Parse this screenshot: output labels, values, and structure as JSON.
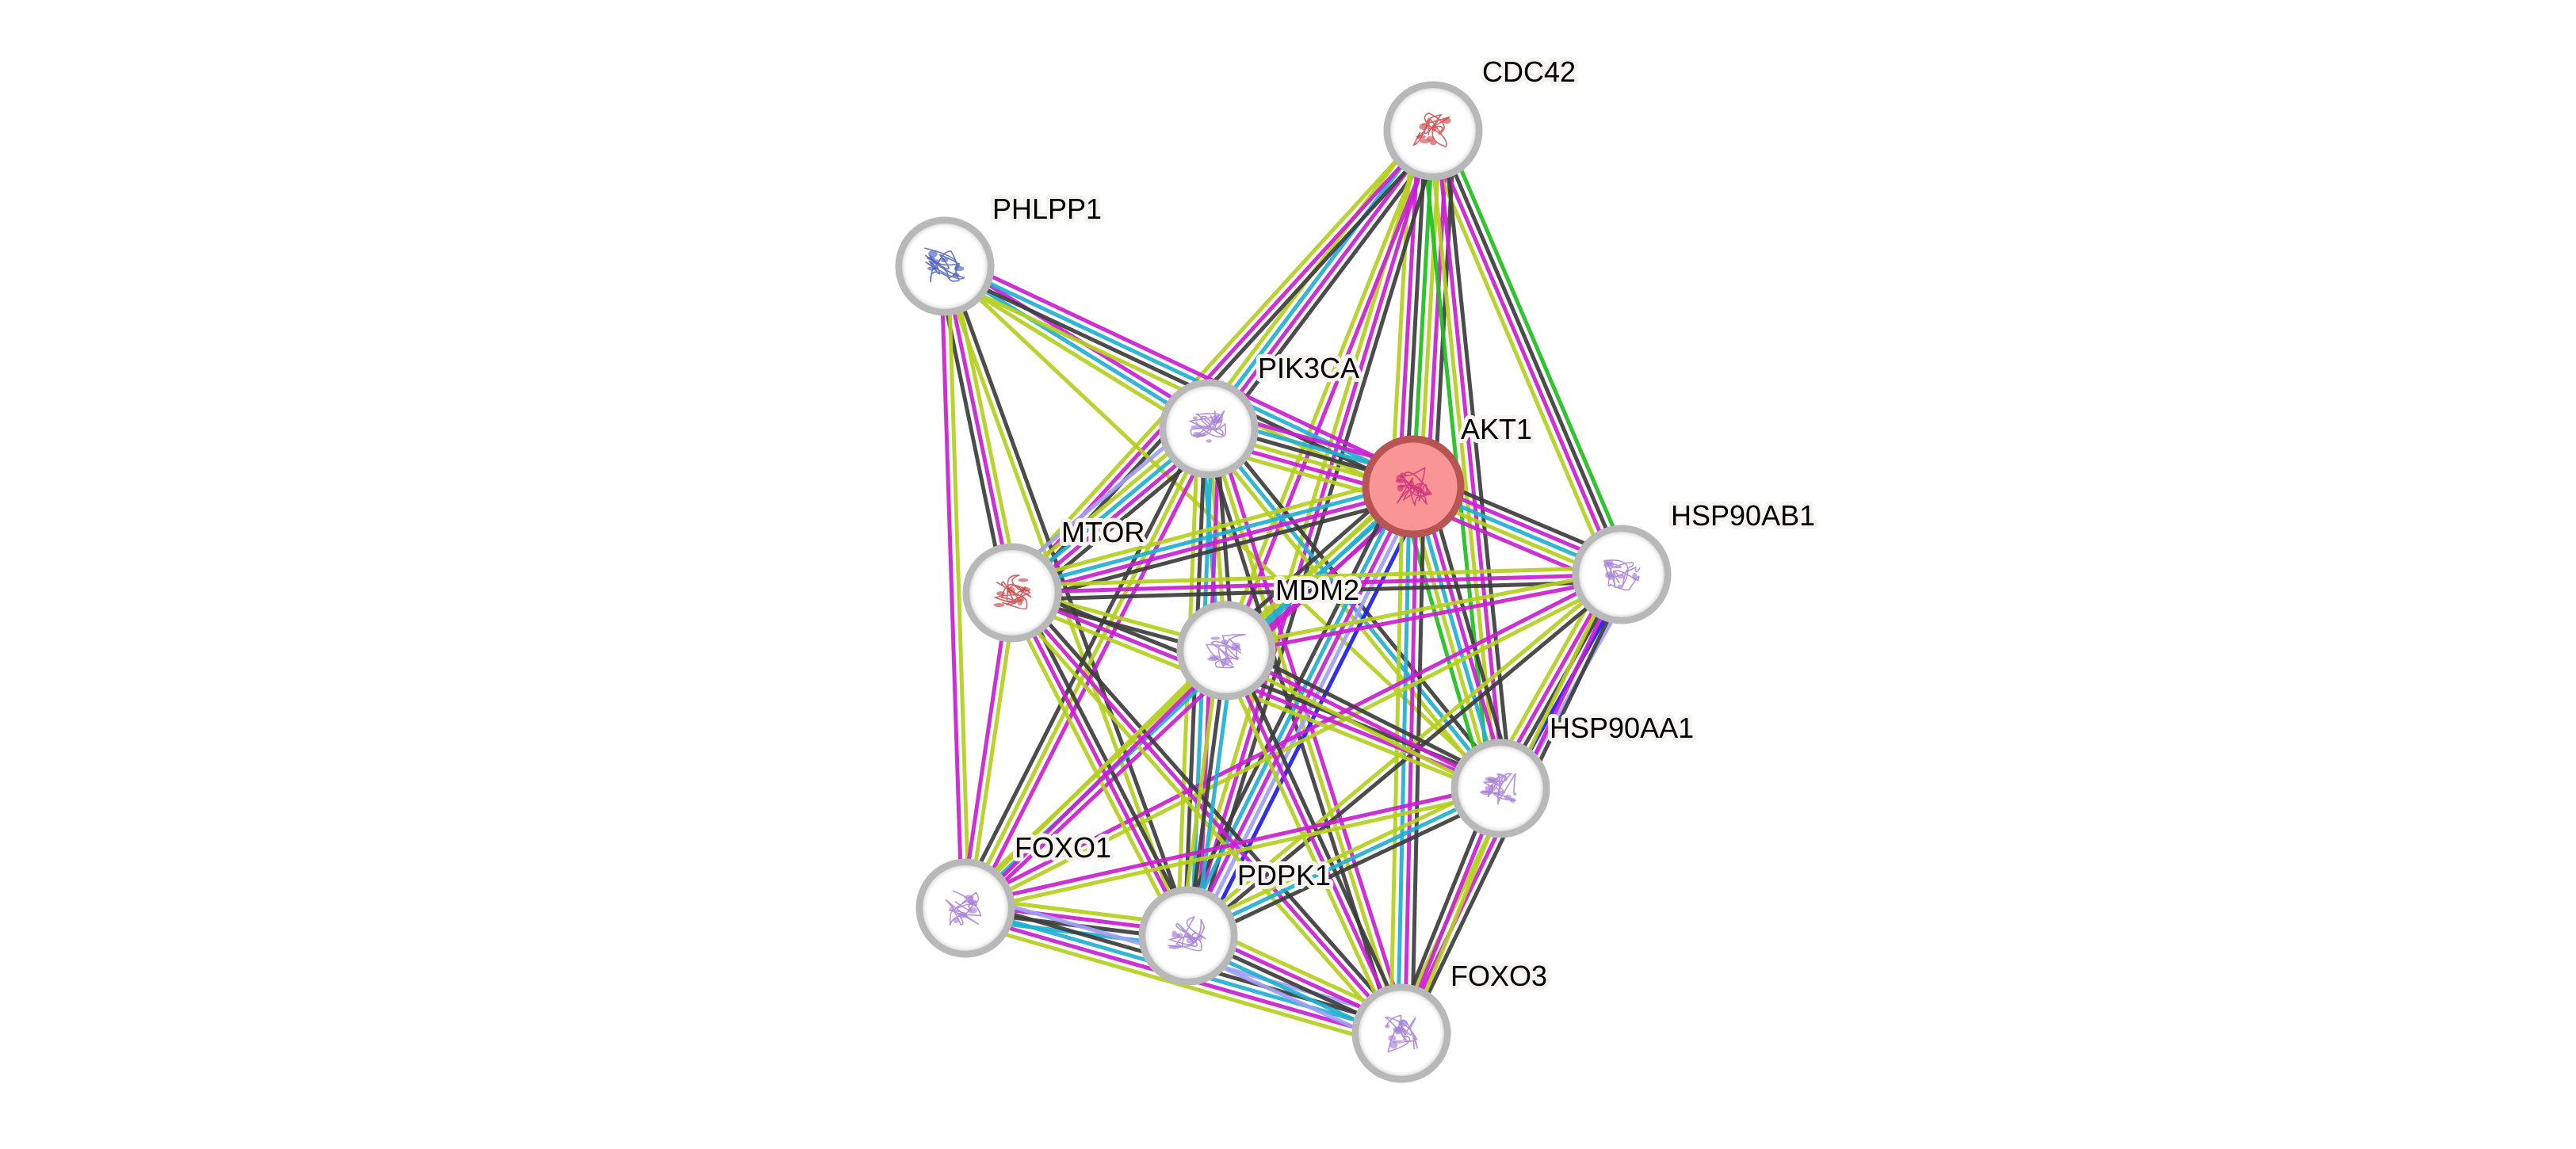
{
  "network": {
    "query_protein": "AKT1",
    "evidence_colors": {
      "coexpression": "#3d3d3d",
      "textmining": "#b5cf1f",
      "experiments": "#c91fd1",
      "databases": "#21b0cf",
      "neighborhood": "#1fbf1f",
      "cooccurrence": "#1c1cf2",
      "homology": "#9f9ff5"
    },
    "node_colors": {
      "query_fill": "#f99595",
      "query_ring": "#b85454",
      "default_fill": "#ffffff",
      "default_ring": "#b8b8b8"
    },
    "nodes": [
      {
        "id": "CDC42",
        "label": "CDC42",
        "structure_color": "#cc4b4b",
        "query": false
      },
      {
        "id": "PHLPP1",
        "label": "PHLPP1",
        "structure_color": "#4a5fbf",
        "query": false
      },
      {
        "id": "PIK3CA",
        "label": "PIK3CA",
        "structure_color": "#a77fd6",
        "query": false
      },
      {
        "id": "AKT1",
        "label": "AKT1",
        "structure_color": "#d0307a",
        "query": true
      },
      {
        "id": "HSP90AB1",
        "label": "HSP90AB1",
        "structure_color": "#a77fd6",
        "query": false
      },
      {
        "id": "MTOR",
        "label": "MTOR",
        "structure_color": "#c84848",
        "query": false
      },
      {
        "id": "MDM2",
        "label": "MDM2",
        "structure_color": "#a77fd6",
        "query": false
      },
      {
        "id": "HSP90AA1",
        "label": "HSP90AA1",
        "structure_color": "#a77fd6",
        "query": false
      },
      {
        "id": "FOXO1",
        "label": "FOXO1",
        "structure_color": "#a77fd6",
        "query": false
      },
      {
        "id": "PDPK1",
        "label": "PDPK1",
        "structure_color": "#a77fd6",
        "query": false
      },
      {
        "id": "FOXO3",
        "label": "FOXO3",
        "structure_color": "#a77fd6",
        "query": false
      }
    ],
    "edges": [
      {
        "source": "CDC42",
        "target": "PIK3CA",
        "evidence": [
          "coexpression",
          "experiments",
          "databases",
          "textmining"
        ]
      },
      {
        "source": "CDC42",
        "target": "AKT1",
        "evidence": [
          "coexpression",
          "experiments",
          "textmining",
          "neighborhood",
          "coexpression",
          "experiments",
          "textmining"
        ]
      },
      {
        "source": "CDC42",
        "target": "HSP90AB1",
        "evidence": [
          "neighborhood",
          "coexpression",
          "experiments",
          "textmining"
        ]
      },
      {
        "source": "CDC42",
        "target": "MTOR",
        "evidence": [
          "coexpression",
          "experiments",
          "textmining"
        ]
      },
      {
        "source": "CDC42",
        "target": "HSP90AA1",
        "evidence": [
          "coexpression",
          "experiments",
          "textmining",
          "neighborhood"
        ]
      },
      {
        "source": "CDC42",
        "target": "PDPK1",
        "evidence": [
          "coexpression",
          "experiments",
          "textmining"
        ]
      },
      {
        "source": "CDC42",
        "target": "MDM2",
        "evidence": [
          "experiments",
          "textmining"
        ]
      },
      {
        "source": "PHLPP1",
        "target": "PIK3CA",
        "evidence": [
          "experiments",
          "databases",
          "textmining"
        ]
      },
      {
        "source": "PHLPP1",
        "target": "AKT1",
        "evidence": [
          "experiments",
          "databases",
          "coexpression",
          "textmining"
        ]
      },
      {
        "source": "PHLPP1",
        "target": "MTOR",
        "evidence": [
          "textmining",
          "experiments",
          "coexpression"
        ]
      },
      {
        "source": "PHLPP1",
        "target": "FOXO1",
        "evidence": [
          "textmining",
          "experiments"
        ]
      },
      {
        "source": "PHLPP1",
        "target": "PDPK1",
        "evidence": [
          "coexpression",
          "textmining"
        ]
      },
      {
        "source": "PHLPP1",
        "target": "HSP90AA1",
        "evidence": [
          "textmining"
        ]
      },
      {
        "source": "PIK3CA",
        "target": "AKT1",
        "evidence": [
          "experiments",
          "databases",
          "coexpression",
          "textmining",
          "experiments",
          "textmining"
        ]
      },
      {
        "source": "PIK3CA",
        "target": "MTOR",
        "evidence": [
          "coexpression",
          "experiments",
          "databases",
          "textmining",
          "homology"
        ]
      },
      {
        "source": "PIK3CA",
        "target": "MDM2",
        "evidence": [
          "coexpression",
          "textmining",
          "databases"
        ]
      },
      {
        "source": "PIK3CA",
        "target": "FOXO1",
        "evidence": [
          "experiments",
          "textmining",
          "coexpression"
        ]
      },
      {
        "source": "PIK3CA",
        "target": "PDPK1",
        "evidence": [
          "experiments",
          "databases",
          "coexpression",
          "textmining"
        ]
      },
      {
        "source": "PIK3CA",
        "target": "HSP90AA1",
        "evidence": [
          "coexpression",
          "databases",
          "textmining"
        ]
      },
      {
        "source": "PIK3CA",
        "target": "FOXO3",
        "evidence": [
          "experiments",
          "textmining",
          "coexpression"
        ]
      },
      {
        "source": "AKT1",
        "target": "HSP90AB1",
        "evidence": [
          "coexpression",
          "experiments",
          "databases",
          "textmining",
          "experiments"
        ]
      },
      {
        "source": "AKT1",
        "target": "MTOR",
        "evidence": [
          "coexpression",
          "experiments",
          "databases",
          "textmining"
        ]
      },
      {
        "source": "AKT1",
        "target": "MDM2",
        "evidence": [
          "experiments",
          "databases",
          "textmining",
          "coexpression"
        ]
      },
      {
        "source": "AKT1",
        "target": "HSP90AA1",
        "evidence": [
          "coexpression",
          "experiments",
          "databases",
          "textmining",
          "neighborhood"
        ]
      },
      {
        "source": "AKT1",
        "target": "FOXO1",
        "evidence": [
          "experiments",
          "databases",
          "textmining"
        ]
      },
      {
        "source": "AKT1",
        "target": "PDPK1",
        "evidence": [
          "cooccurrence",
          "homology",
          "experiments",
          "databases",
          "coexpression"
        ]
      },
      {
        "source": "AKT1",
        "target": "FOXO3",
        "evidence": [
          "coexpression",
          "experiments",
          "databases",
          "textmining"
        ]
      },
      {
        "source": "HSP90AB1",
        "target": "MTOR",
        "evidence": [
          "coexpression",
          "experiments",
          "textmining"
        ]
      },
      {
        "source": "HSP90AB1",
        "target": "HSP90AA1",
        "evidence": [
          "homology",
          "cooccurrence",
          "coexpression",
          "experiments",
          "textmining"
        ]
      },
      {
        "source": "HSP90AB1",
        "target": "MDM2",
        "evidence": [
          "experiments",
          "textmining"
        ]
      },
      {
        "source": "HSP90AB1",
        "target": "FOXO1",
        "evidence": [
          "textmining",
          "experiments"
        ]
      },
      {
        "source": "HSP90AB1",
        "target": "PDPK1",
        "evidence": [
          "coexpression",
          "textmining"
        ]
      },
      {
        "source": "HSP90AB1",
        "target": "FOXO3",
        "evidence": [
          "coexpression",
          "experiments",
          "textmining"
        ]
      },
      {
        "source": "MTOR",
        "target": "MDM2",
        "evidence": [
          "textmining",
          "coexpression"
        ]
      },
      {
        "source": "MTOR",
        "target": "HSP90AA1",
        "evidence": [
          "coexpression",
          "experiments",
          "textmining"
        ]
      },
      {
        "source": "MTOR",
        "target": "FOXO1",
        "evidence": [
          "textmining",
          "experiments"
        ]
      },
      {
        "source": "MTOR",
        "target": "PDPK1",
        "evidence": [
          "coexpression",
          "experiments",
          "textmining"
        ]
      },
      {
        "source": "MTOR",
        "target": "FOXO3",
        "evidence": [
          "coexpression",
          "experiments",
          "textmining"
        ]
      },
      {
        "source": "MDM2",
        "target": "HSP90AA1",
        "evidence": [
          "coexpression",
          "experiments",
          "textmining"
        ]
      },
      {
        "source": "MDM2",
        "target": "FOXO1",
        "evidence": [
          "experiments",
          "textmining"
        ]
      },
      {
        "source": "MDM2",
        "target": "PDPK1",
        "evidence": [
          "databases",
          "coexpression",
          "textmining"
        ]
      },
      {
        "source": "MDM2",
        "target": "FOXO3",
        "evidence": [
          "coexpression",
          "experiments",
          "textmining"
        ]
      },
      {
        "source": "HSP90AA1",
        "target": "FOXO1",
        "evidence": [
          "textmining",
          "experiments"
        ]
      },
      {
        "source": "HSP90AA1",
        "target": "PDPK1",
        "evidence": [
          "coexpression",
          "databases",
          "textmining"
        ]
      },
      {
        "source": "HSP90AA1",
        "target": "FOXO3",
        "evidence": [
          "textmining",
          "experiments",
          "coexpression"
        ]
      },
      {
        "source": "FOXO1",
        "target": "PDPK1",
        "evidence": [
          "textmining",
          "experiments",
          "coexpression",
          "databases"
        ]
      },
      {
        "source": "FOXO1",
        "target": "FOXO3",
        "evidence": [
          "homology",
          "coexpression",
          "databases",
          "experiments",
          "textmining"
        ]
      },
      {
        "source": "PDPK1",
        "target": "FOXO3",
        "evidence": [
          "textmining",
          "experiments",
          "coexpression",
          "databases",
          "homology"
        ]
      }
    ]
  }
}
